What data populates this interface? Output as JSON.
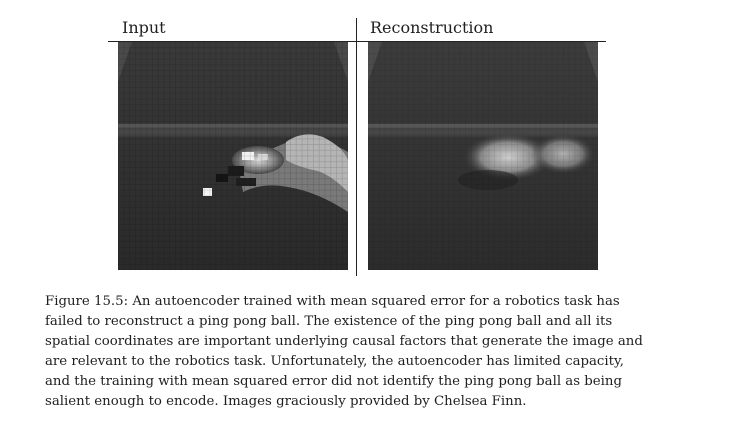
{
  "figure": {
    "input_label": "Input",
    "reconstruction_label": "Reconstruction",
    "caption_lines": [
      "Figure 15.5: An autoencoder trained with mean squared error for a robotics task has",
      "failed to reconstruct a ping pong ball. The existence of the ping pong ball and all its",
      "spatial coordinates are important underlying causal factors that generate the image and",
      "are relevant to the robotics task. Unfortunately, the autoencoder has limited capacity,",
      "and the training with mean squared error did not identify the ping pong ball as being",
      "salient enough to encode. Images graciously provided by Chelsea Finn."
    ]
  }
}
